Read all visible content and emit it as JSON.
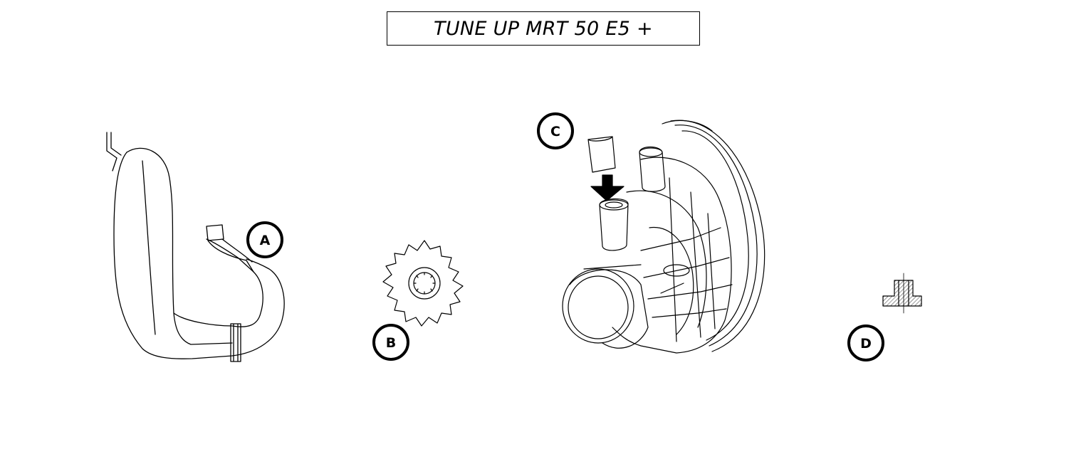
{
  "title": "TUNE UP MRT 50 E5 +",
  "parts": [
    {
      "label": "A",
      "icon": "exhaust-pipe-icon"
    },
    {
      "label": "B",
      "icon": "sprocket-icon"
    },
    {
      "label": "C",
      "icon": "air-filter-box-icon"
    },
    {
      "label": "D",
      "icon": "bushing-section-icon"
    }
  ],
  "colors": {
    "line": "#000000",
    "background": "#ffffff"
  }
}
